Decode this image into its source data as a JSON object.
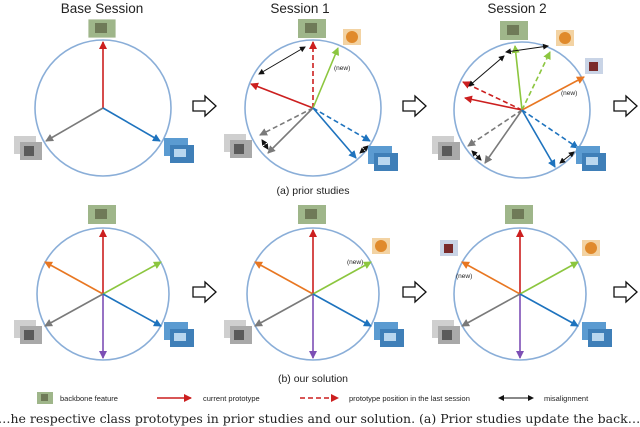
{
  "headers": {
    "base": "Base Session",
    "session1": "Session 1",
    "session2": "Session 2"
  },
  "captions": {
    "prior": "(a) prior studies",
    "ours": "(b) our solution"
  },
  "new_label": "(new)",
  "legend": {
    "backbone": "backbone feature",
    "current": "current prototype",
    "last": "prototype position in the last session",
    "misalignment": "misalignment"
  },
  "bottom_text": "…he respective class prototypes in prior studies and our solution. (a) Prior studies update the back…",
  "colors": {
    "circle": "#8aaed8",
    "red": "#cc1f1f",
    "gray": "#7a7a7a",
    "blue": "#1e73be",
    "green": "#8cc63f",
    "orange": "#e87722",
    "purple": "#7d4fb5",
    "misalign": "#111111"
  }
}
